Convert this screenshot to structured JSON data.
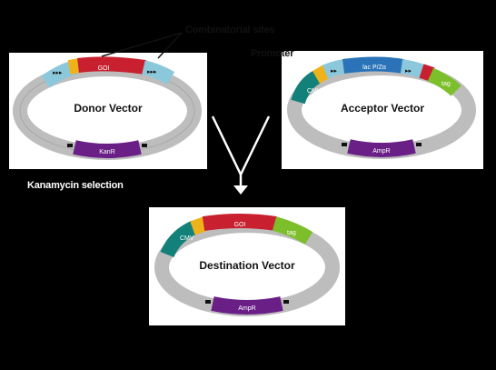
{
  "annotations": {
    "combinatorial_sites": "Combinatorial sites",
    "promoter": "Promoter",
    "kanamycin": "Kanamycin selection"
  },
  "donor": {
    "title": "Donor Vector",
    "goi": "GOI",
    "marker": "KanR"
  },
  "acceptor": {
    "title": "Acceptor Vector",
    "promoter": "CMV",
    "lac": "lac P/Zα",
    "tag": "tag",
    "marker": "AmpR"
  },
  "destination": {
    "title": "Destination Vector",
    "promoter": "CMV",
    "goi": "GOI",
    "tag": "tag",
    "marker": "AmpR"
  },
  "colors": {
    "ring": "#bdbdbd",
    "goi": "#c8202f",
    "site": "#8cc8dc",
    "yellow": "#f0b21b",
    "cmv": "#14807a",
    "lac": "#2a73b8",
    "tag": "#7cbf2a",
    "marker": "#6a1f87"
  }
}
